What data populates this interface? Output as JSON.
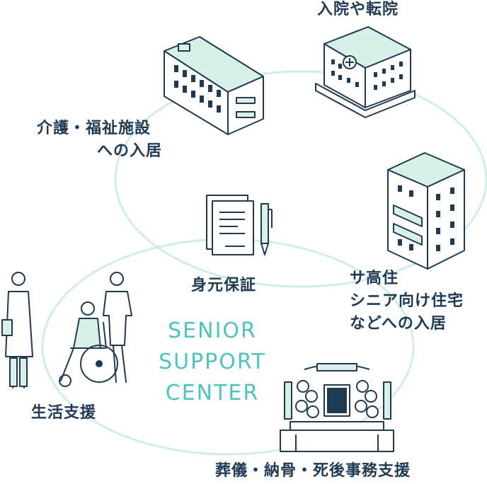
{
  "services": {
    "hospital": "入院や転院",
    "care_facility_line1": "介護・福祉施設",
    "care_facility_line2": "への入居",
    "guarantee": "身元保証",
    "housing_line1": "サ高住",
    "housing_line2": "シニア向け住宅",
    "housing_line3": "などへの入居",
    "life_support": "生活支援",
    "funeral": "葬儀・納骨・死後事務支援"
  },
  "center": {
    "line1": "SENIOR",
    "line2": "SUPPORT",
    "line3": "CENTER"
  },
  "colors": {
    "ring": "#c9ebe5",
    "text": "#1f3a52",
    "accent": "#4fc3c0",
    "building_top": "#d9f0e8",
    "line": "#1f3a52"
  }
}
